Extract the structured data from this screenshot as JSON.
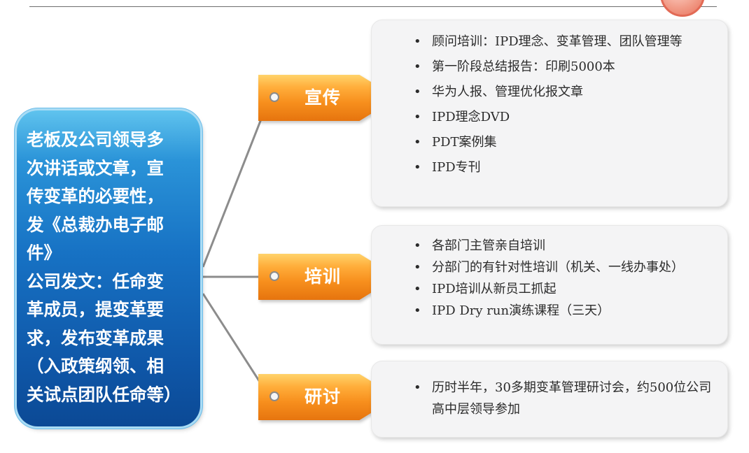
{
  "left_box": {
    "lines": [
      "老板及公司领导多",
      "次讲话或文章，宣",
      "传变革的必要性，",
      "发《总裁办电子邮",
      "件》",
      "公司发文：任命变",
      "革成员，提变革要",
      "求，发布变革成果",
      "（入政策纲领、相",
      "关试点团队任命等）"
    ]
  },
  "branches": [
    {
      "label": "宣传",
      "items": [
        "顾问培训：IPD理念、变革管理、团队管理等",
        "第一阶段总结报告：印刷5000本",
        "华为人报、管理优化报文章",
        "IPD理念DVD",
        "PDT案例集",
        "IPD专刊"
      ]
    },
    {
      "label": "培训",
      "items": [
        "各部门主管亲自培训",
        "分部门的有针对性培训（机关、一线办事处）",
        "IPD培训从新员工抓起",
        "IPD Dry run演练课程（三天）"
      ]
    },
    {
      "label": "研讨",
      "items": [
        "历时半年，30多期变革管理研讨会，约500位公司高中层领导参加"
      ]
    }
  ],
  "bullet_symbol": "•",
  "colors": {
    "left_box_top": "#5fc3ee",
    "left_box_bottom": "#0b4995",
    "arrow_top": "#ffd36b",
    "arrow_bottom": "#e6740e",
    "panel_bg": "#f4f4f5",
    "connector": "#8c8c8c"
  }
}
